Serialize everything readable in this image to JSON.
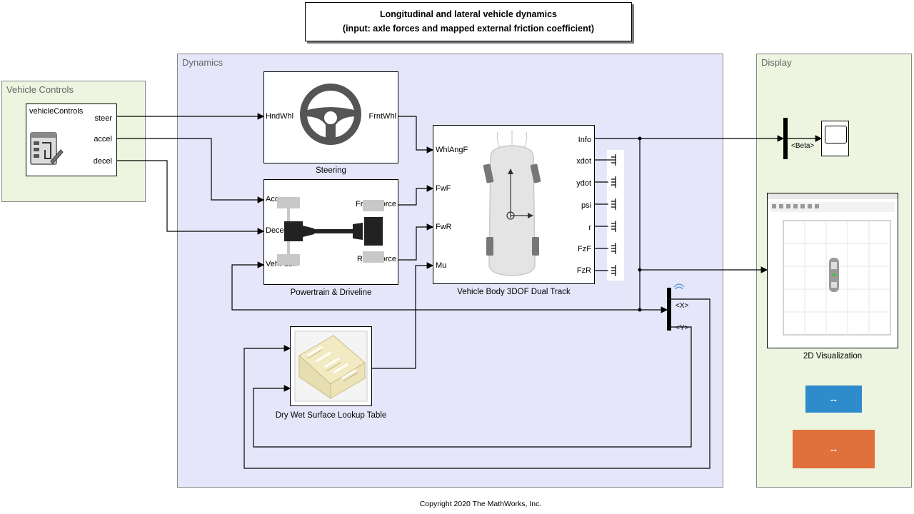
{
  "title": {
    "line1": "Longitudinal and lateral vehicle dynamics",
    "line2": "(input: axle forces and mapped external friction coefficient)"
  },
  "areas": {
    "dynamics": "Dynamics",
    "vehicle_controls": "Vehicle Controls",
    "display": "Display"
  },
  "vehicle_controls_block": {
    "name": "vehicleControls",
    "outputs": [
      "steer",
      "accel",
      "decel"
    ]
  },
  "steering": {
    "caption": "Steering",
    "input": "HndWhl",
    "output": "FrntWhl"
  },
  "powertrain": {
    "caption": "Powertrain & Driveline",
    "inputs": [
      "Acc",
      "Decel",
      "VehFdbk"
    ],
    "outputs": [
      "Front Force",
      "Rear Force"
    ]
  },
  "vehicle_body": {
    "caption": "Vehicle Body 3DOF Dual Track",
    "inputs": [
      "WhlAngF",
      "FwF",
      "FwR",
      "Mu"
    ],
    "outputs": [
      "Info",
      "xdot",
      "ydot",
      "psi",
      "r",
      "FzF",
      "FzR"
    ]
  },
  "lookup": {
    "caption": "Dry Wet Surface Lookup Table"
  },
  "bus_selector_beta": {
    "signal": "<Beta>"
  },
  "bus_selector_xy": {
    "signals": [
      "<X>",
      "<Y>"
    ]
  },
  "visualization": {
    "caption": "2D Visualization"
  },
  "buttons": {
    "blue_label": "--",
    "orange_label": "--"
  },
  "colors": {
    "dynamics_bg": "#e6e6fb",
    "controls_bg": "#edf5e0",
    "blue_button": "#2e8bcc",
    "orange_button": "#e0703c"
  },
  "copyright": "Copyright 2020 The MathWorks, Inc."
}
